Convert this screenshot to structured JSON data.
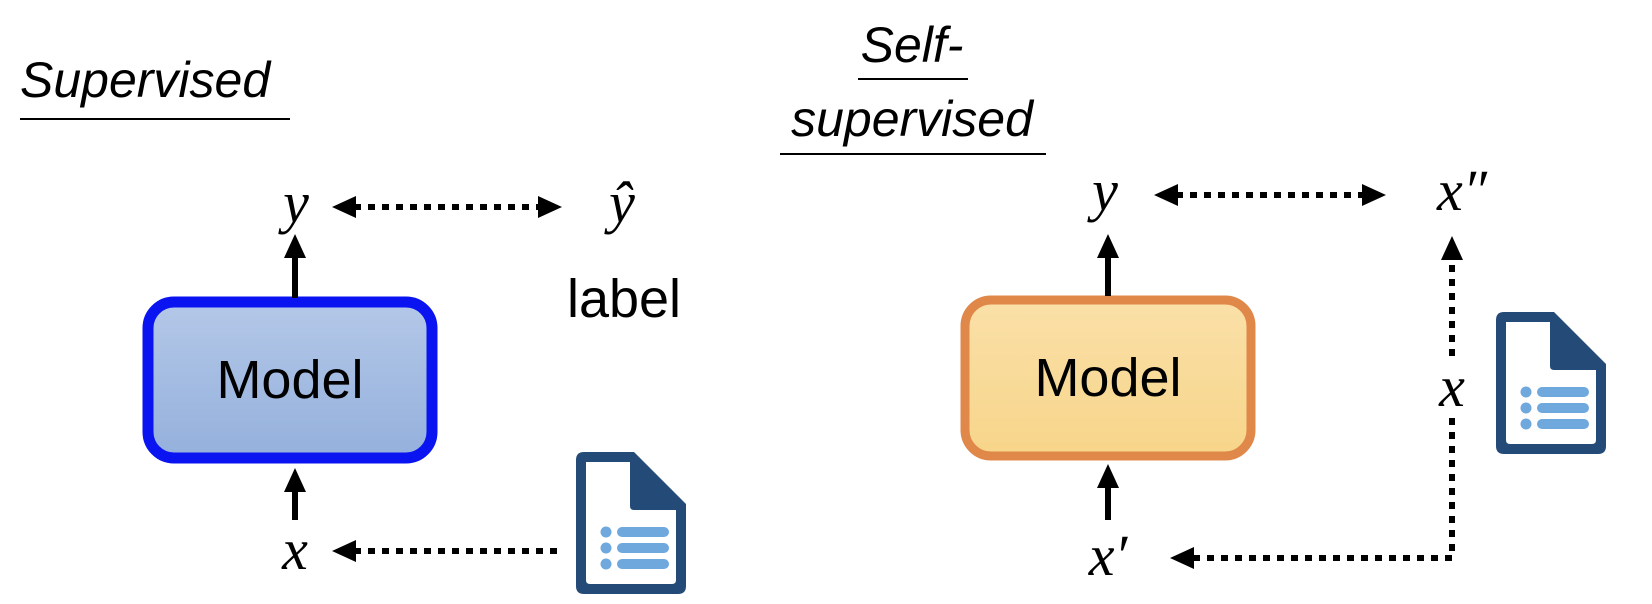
{
  "supervised": {
    "title": "Supervised",
    "output": "y",
    "target": "ŷ",
    "target_caption": "label",
    "model": "Model",
    "input": "x"
  },
  "self_supervised": {
    "title_line1": "Self-",
    "title_line2": "supervised",
    "output": "y",
    "target": "x″",
    "source": "x",
    "model": "Model",
    "input": "x′"
  },
  "colors": {
    "supervised_fill_top": "#b4c8e8",
    "supervised_fill_bottom": "#94b0dc",
    "supervised_border": "#0a14f0",
    "self_fill_top": "#fae0a8",
    "self_fill_bottom": "#f7d58a",
    "self_border": "#e0884a",
    "doc_dark": "#244a78",
    "doc_light": "#6fa8dc"
  }
}
